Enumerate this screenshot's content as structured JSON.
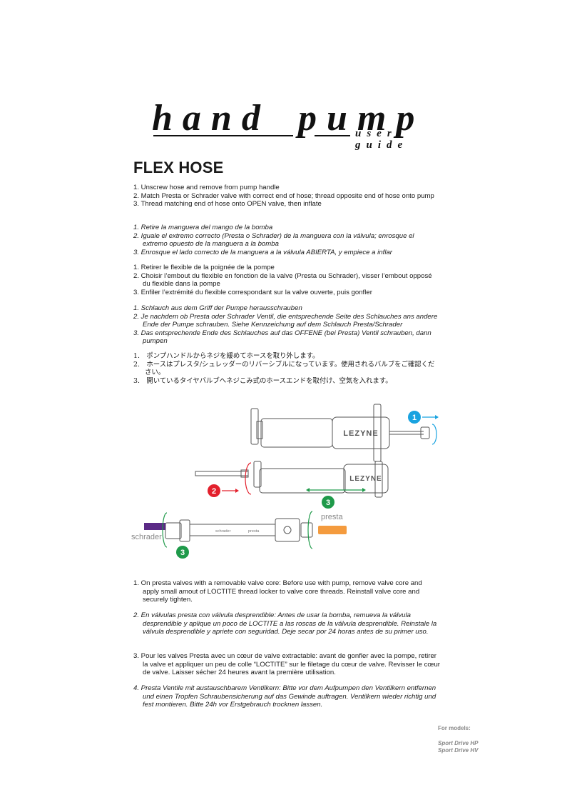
{
  "title": {
    "word1": "hand",
    "word2": "pump",
    "sub1": "user",
    "sub2": "guide"
  },
  "section_title": "FLEX HOSE",
  "english_steps": [
    "1. Unscrew hose and remove from pump handle",
    "2. Match Presta or Schrader valve with correct end of hose; thread opposite end of hose onto pump",
    "3. Thread matching end of hose onto OPEN valve, then inflate"
  ],
  "spanish_steps": [
    "1. Retire la manguera del mango de la bomba",
    "2. Iguale el extremo correcto (Presta o Schrader) de la manguera con la válvula; enrosque el extremo opuesto de la manguera a la bomba",
    "3. Enrosque el lado correcto de la manguera a la válvula ABIERTA, y empiece a inflar"
  ],
  "french_steps": [
    "1. Retirer le flexible de la poignée de la pompe",
    "2. Choisir l’embout du flexible en fonction de la valve (Presta ou Schrader), visser l’embout opposé du flexible dans la pompe",
    "3. Enfiler l’extrémité du flexible correspondant sur la valve ouverte, puis gonfler"
  ],
  "german_steps": [
    "1. Schlauch aus dem Griff der Pumpe herausschrauben",
    "2. Je nachdem ob Presta oder Schrader Ventil, die entsprechende Seite des Schlauches ans andere Ende der Pumpe schrauben. Siehe Kennzeichung auf dem Schlauch Presta/Schrader",
    "3. Das entsprechende Ende des Schlauches auf das OFFENE (bei Presta) Ventil schrauben, dann pumpen"
  ],
  "japanese_steps": [
    "1.　ポンプハンドルからネジを緩めてホースを取り外します。",
    "2.　ホースはプレスタ/シュレッダーのリバーシブルになっています。使用されるバルブをご確認ください。",
    "3.　開いているタイヤバルブへネジこみ式のホースエンドを取付け、空気を入れます。"
  ],
  "diagram": {
    "brand": "LEZYNE",
    "badge1": "1",
    "badge2": "2",
    "badge3a": "3",
    "badge3b": "3",
    "presta_label": "presta",
    "schrader_label": "schrader",
    "hose_schrader": "schrader",
    "hose_presta": "presta",
    "colors": {
      "blue": "#1aa3e0",
      "red": "#e3202c",
      "green": "#1f9a4a",
      "orange": "#f28a1c",
      "purple": "#5b2a86"
    }
  },
  "notes": {
    "en": "1. On presta valves with a removable valve core: Before use with pump, remove valve core and apply small amout of LOCTITE thread locker to valve core threads. Reinstall valve core and securely tighten.",
    "es": "2. En válvulas presta con válvula desprendible: Antes de usar la bomba, remueva la válvula desprendible y aplique un poco de LOCTITE a las roscas de la válvula desprendible. Reinstale la válvula desprendible y apriete con seguridad. Deje secar por 24 horas antes de su primer uso.",
    "fr": "3. Pour les valves Presta avec un cœur de valve extractable: avant de gonfler avec la pompe, retirer la valve et appliquer un peu de colle “LOCTITE” sur le filetage du cœur de valve. Revisser le cœur de valve. Laisser sécher 24 heures avant la première utilisation.",
    "de": "4. Presta Ventile mit austauschbarem Ventilkern: Bitte vor dem Aufpumpen den Ventilkern entfernen und einen Tropfen Schraubensicherung auf das Gewinde auftragen. Ventilkern wieder richtig und fest montieren. Bitte 24h vor Erstgebrauch trocknen lassen."
  },
  "models": {
    "label": "For models:",
    "model1": "Sport Drive HP",
    "model2": "Sport Drive HV"
  }
}
